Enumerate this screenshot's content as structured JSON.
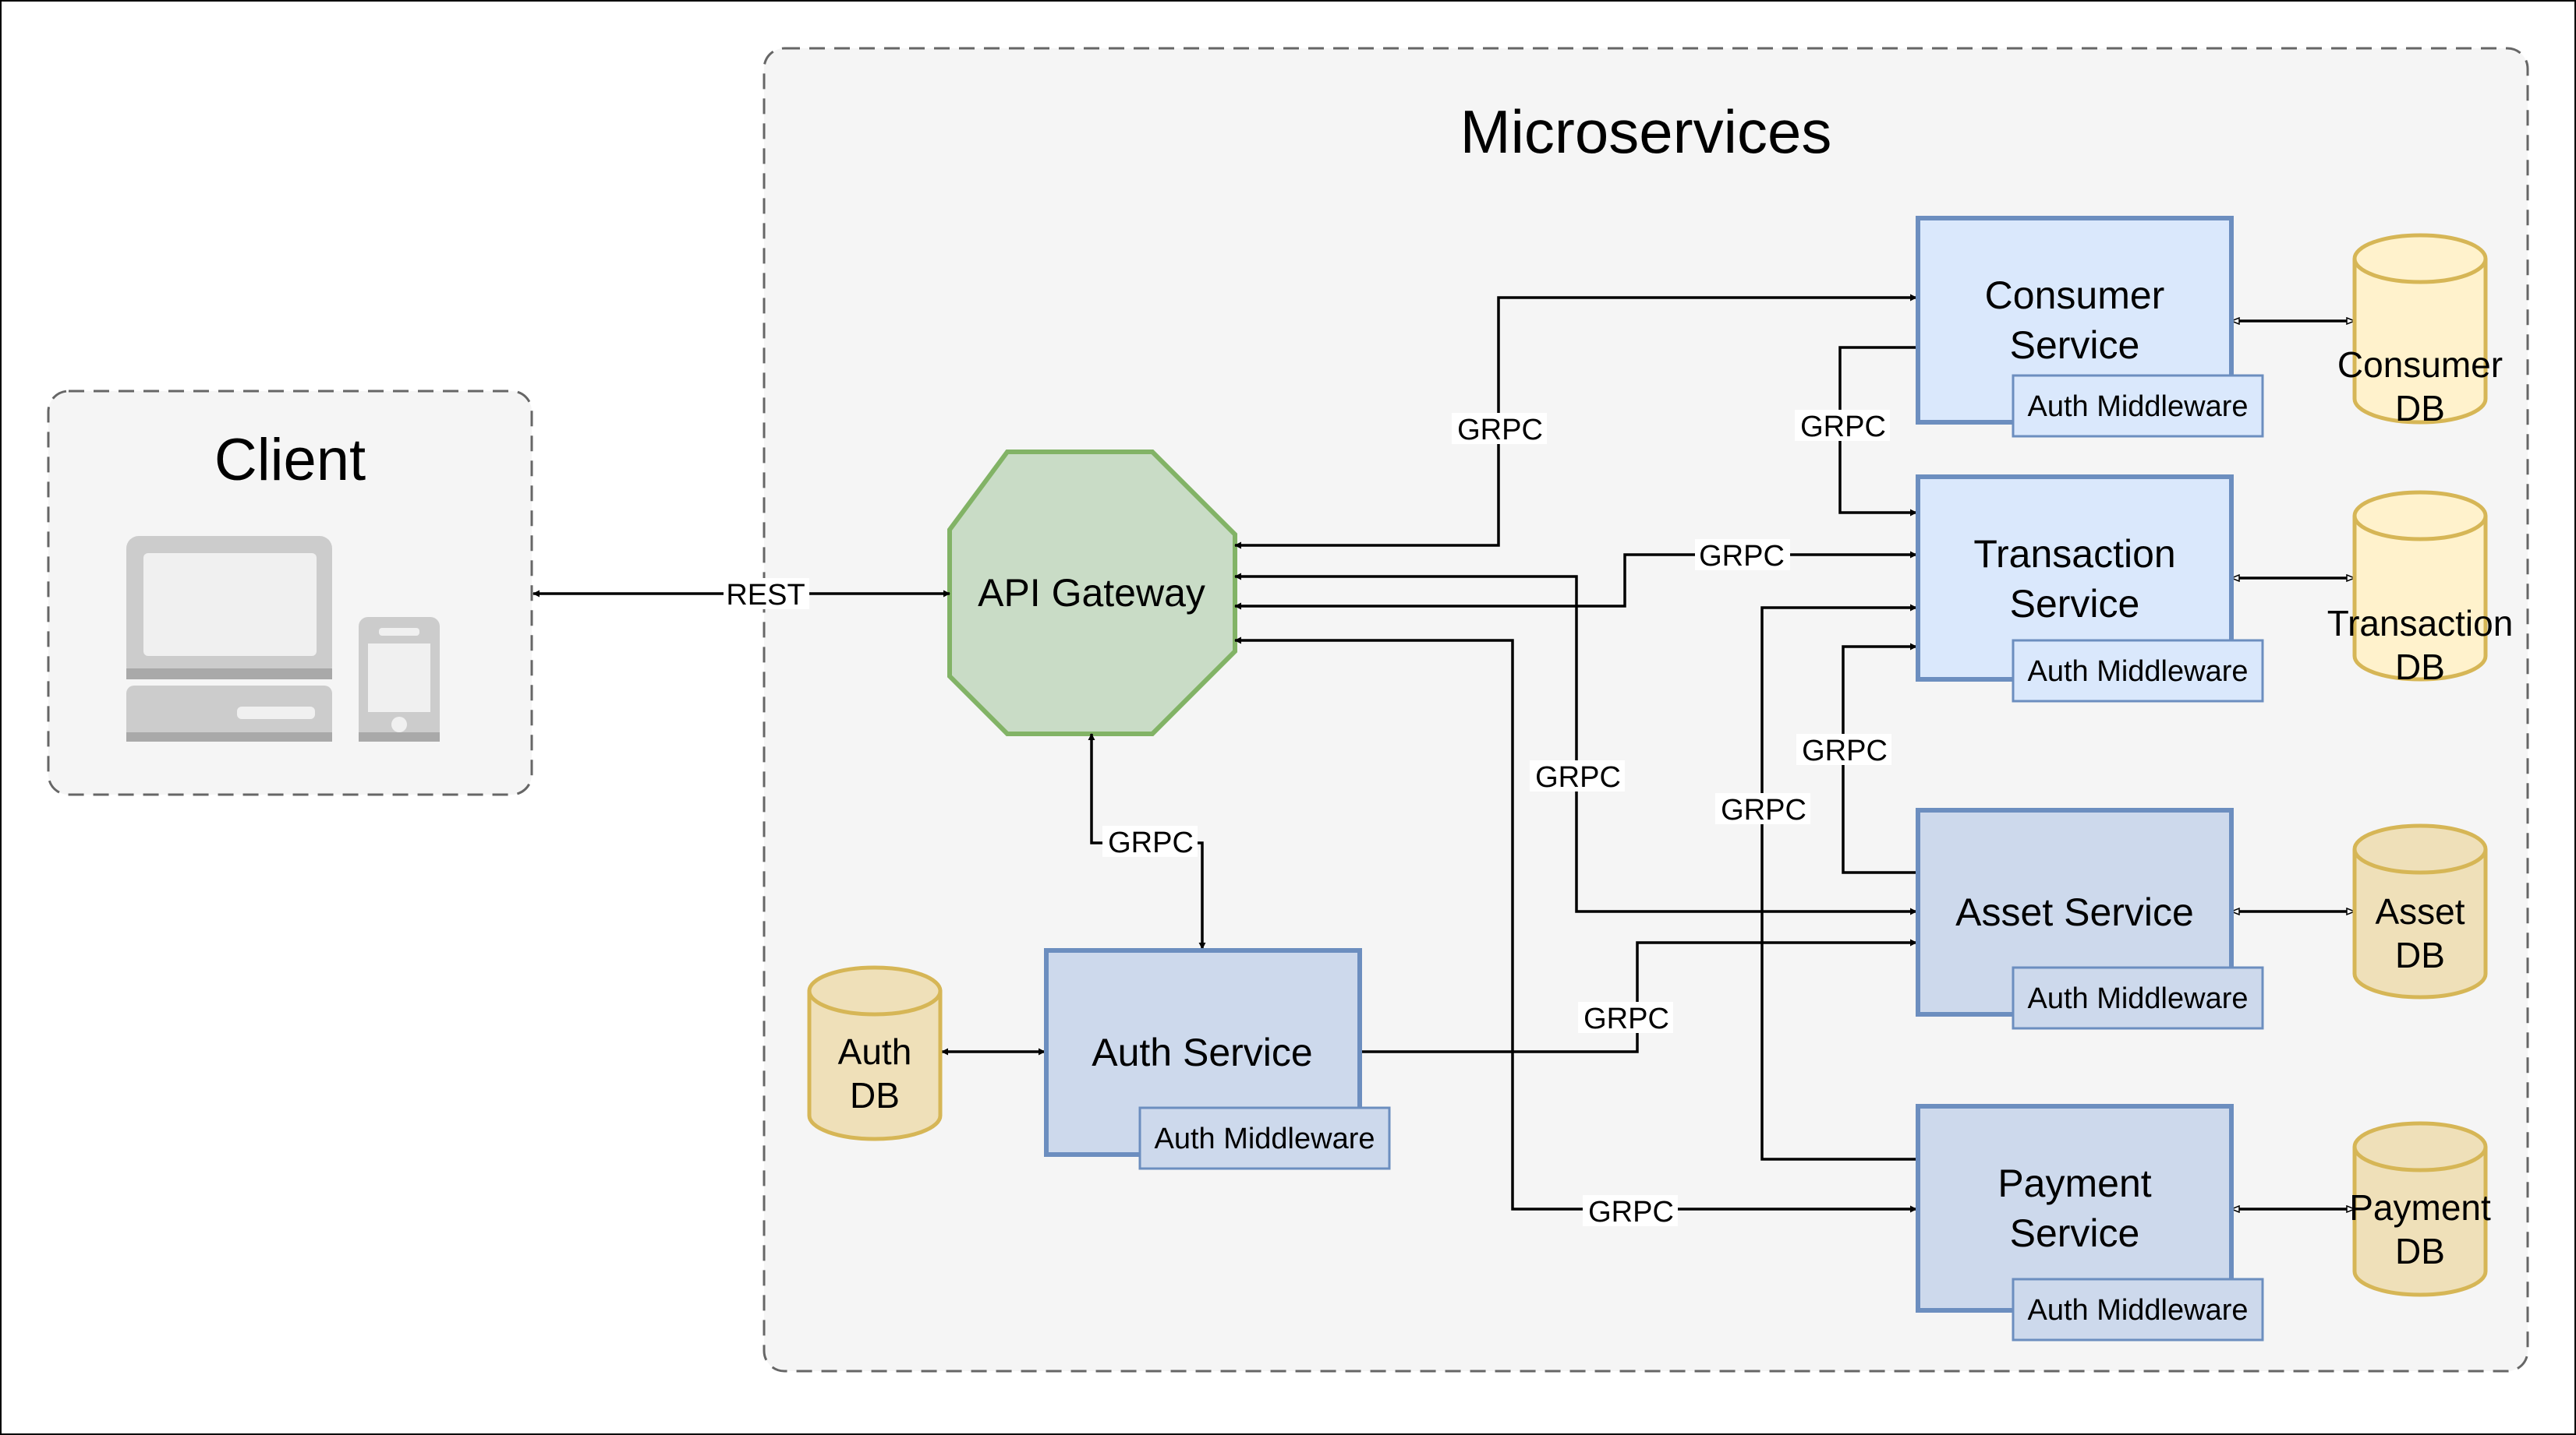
{
  "groups": {
    "client": "Client",
    "microservices": "Microservices"
  },
  "gateway": "API Gateway",
  "services": {
    "consumer": [
      "Consumer",
      "Service"
    ],
    "transaction": [
      "Transaction",
      "Service"
    ],
    "asset": [
      "Asset Service"
    ],
    "payment": [
      "Payment",
      "Service"
    ],
    "auth": [
      "Auth Service"
    ]
  },
  "middleware": "Auth Middleware",
  "databases": {
    "consumer": [
      "Consumer",
      "DB"
    ],
    "transaction": [
      "Transaction",
      "DB"
    ],
    "asset": [
      "Asset",
      "DB"
    ],
    "payment": [
      "Payment",
      "DB"
    ],
    "auth": [
      "Auth",
      "DB"
    ]
  },
  "edges": {
    "rest": "REST",
    "grpc": "GRPC"
  },
  "colors": {
    "service_light": "#dae8fc",
    "service_dark": "#cdd9ec",
    "service_stroke": "#6c8ebf",
    "gateway_fill": "#c9dcc6",
    "gateway_stroke": "#82b366",
    "db_light": "#fff2cc",
    "db_dark": "#efe0b9",
    "db_stroke": "#d6b656",
    "group_fill": "#f5f5f5",
    "group_stroke": "#666666",
    "edge": "#000000"
  },
  "icons": [
    "desktop-computer-icon",
    "smartphone-icon"
  ]
}
